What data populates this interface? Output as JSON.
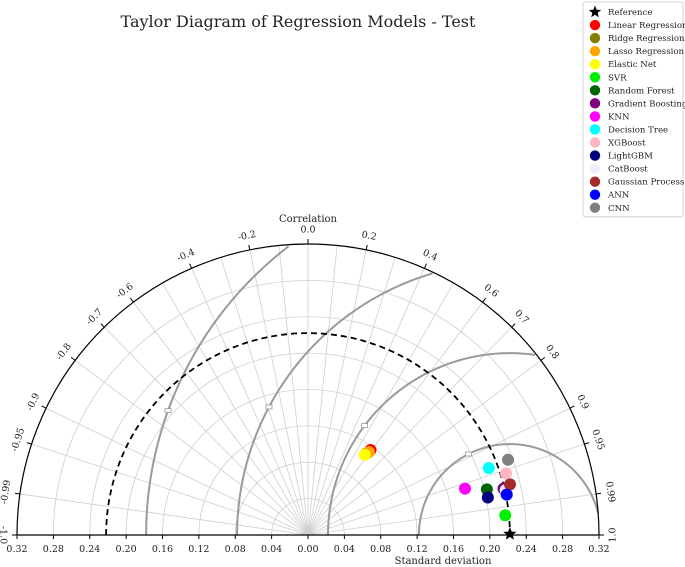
{
  "chart_data": {
    "type": "scatter",
    "subtype": "taylor-diagram",
    "title": "Taylor Diagram of Regression Models - Test",
    "correlation_label": "Correlation",
    "std_label": "Standard deviation",
    "std_range": [
      -0.32,
      0.32
    ],
    "std_ticks": [
      "0.32",
      "0.28",
      "0.24",
      "0.20",
      "0.16",
      "0.12",
      "0.08",
      "0.04",
      "0.00",
      "0.04",
      "0.08",
      "0.12",
      "0.16",
      "0.20",
      "0.24",
      "0.28",
      "0.32"
    ],
    "correlation_ticks": [
      {
        "label": "-1.0",
        "r": -1.0
      },
      {
        "label": "-0.99",
        "r": -0.99
      },
      {
        "label": "-0.95",
        "r": -0.95
      },
      {
        "label": "-0.9",
        "r": -0.9
      },
      {
        "label": "-0.8",
        "r": -0.8
      },
      {
        "label": "-0.7",
        "r": -0.7
      },
      {
        "label": "-0.6",
        "r": -0.6
      },
      {
        "label": "-0.4",
        "r": -0.4
      },
      {
        "label": "-0.2",
        "r": -0.2
      },
      {
        "label": "0.0",
        "r": 0.0
      },
      {
        "label": "0.2",
        "r": 0.2
      },
      {
        "label": "0.4",
        "r": 0.4
      },
      {
        "label": "0.6",
        "r": 0.6
      },
      {
        "label": "0.7",
        "r": 0.7
      },
      {
        "label": "0.8",
        "r": 0.8
      },
      {
        "label": "0.9",
        "r": 0.9
      },
      {
        "label": "0.95",
        "r": 0.95
      },
      {
        "label": "0.99",
        "r": 0.99
      },
      {
        "label": "1.0",
        "r": 1.0
      }
    ],
    "reference_std": 0.222,
    "rms_contours": [
      0.1,
      0.2,
      0.3,
      0.4
    ],
    "grid": true,
    "legend_position": "top-right",
    "reference": {
      "name": "Reference",
      "std": 0.222,
      "corr": 1.0,
      "color": "#000000"
    },
    "series": [
      {
        "name": "Linear Regression",
        "color": "#ff0000",
        "std": 0.116,
        "corr": 0.592
      },
      {
        "name": "Ridge Regression",
        "color": "#808000",
        "std": 0.11,
        "corr": 0.582
      },
      {
        "name": "Lasso Regression",
        "color": "#ffa500",
        "std": 0.113,
        "corr": 0.592
      },
      {
        "name": "Elastic Net",
        "color": "#ffff00",
        "std": 0.108,
        "corr": 0.578
      },
      {
        "name": "SVR",
        "color": "#00ee00",
        "std": 0.218,
        "corr": 0.995
      },
      {
        "name": "Random Forest",
        "color": "#006400",
        "std": 0.203,
        "corr": 0.969
      },
      {
        "name": "Gradient Boosting",
        "color": "#800080",
        "std": 0.221,
        "corr": 0.973
      },
      {
        "name": "KNN",
        "color": "#ff00ff",
        "std": 0.18,
        "corr": 0.959
      },
      {
        "name": "Decision Tree",
        "color": "#00ffff",
        "std": 0.212,
        "corr": 0.938
      },
      {
        "name": "XGBoost",
        "color": "#ffb6c1",
        "std": 0.228,
        "corr": 0.955
      },
      {
        "name": "LightGBM",
        "color": "#000080",
        "std": 0.202,
        "corr": 0.979
      },
      {
        "name": "CatBoost",
        "color": "#eeeeff",
        "std": 0.223,
        "corr": 0.975
      },
      {
        "name": "Gaussian Process",
        "color": "#a52a2a",
        "std": 0.229,
        "corr": 0.97
      },
      {
        "name": "ANN",
        "color": "#0000ff",
        "std": 0.223,
        "corr": 0.98
      },
      {
        "name": "CNN",
        "color": "#808080",
        "std": 0.235,
        "corr": 0.936
      }
    ]
  }
}
